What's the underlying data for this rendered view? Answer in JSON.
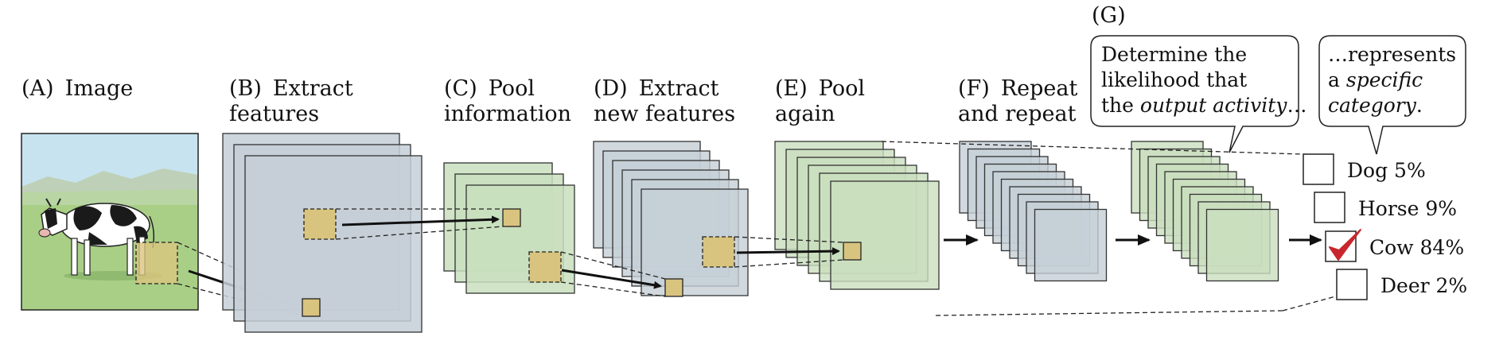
{
  "panels": {
    "a": {
      "letter": "(A)",
      "line1": "Image"
    },
    "b": {
      "letter": "(B)",
      "line1": "Extract",
      "line2": "features"
    },
    "c": {
      "letter": "(C)",
      "line1": "Pool",
      "line2": "information"
    },
    "d": {
      "letter": "(D)",
      "line1": "Extract",
      "line2": "new features"
    },
    "e": {
      "letter": "(E)",
      "line1": "Pool",
      "line2": "again"
    },
    "f": {
      "letter": "(F)",
      "line1": "Repeat",
      "line2": "and repeat"
    },
    "g": {
      "letter": "(G)"
    }
  },
  "bubbles": {
    "left": {
      "line1": "Determine the",
      "line2": "likelihood that",
      "line3_pre": "the ",
      "line3_em": "output activity",
      "line3_post": "…"
    },
    "right": {
      "line1": "…represents",
      "line2_pre": "a ",
      "line2_em": "specific",
      "line3_em": "category",
      "line3_post": "."
    }
  },
  "categories": [
    {
      "label": "Dog 5%",
      "checked": false
    },
    {
      "label": "Horse 9%",
      "checked": false
    },
    {
      "label": "Cow 84%",
      "checked": true
    },
    {
      "label": "Deer 2%",
      "checked": false
    }
  ],
  "colors": {
    "gray_map": "#c5cfd7",
    "green_map": "#c9dfbe",
    "green_dark": "#a7cb95",
    "patch": "#d9c47f",
    "check": "#c8262e",
    "sky": "#c7e3ef",
    "grass": "#a9cf86"
  }
}
